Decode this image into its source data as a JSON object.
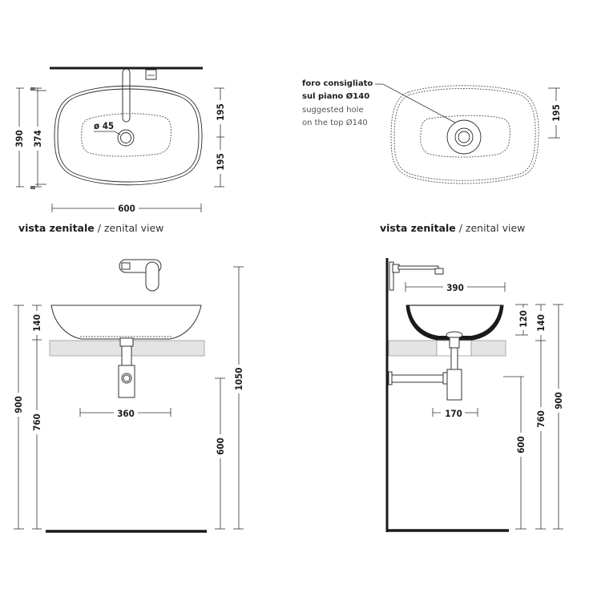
{
  "drawing": {
    "title": "Vessel washbasin technical drawing",
    "colors": {
      "ink": "#1e1e1e",
      "countertop": "#e4e4e4",
      "background": "#ffffff"
    },
    "views": {
      "top_left": {
        "caption_bold": "vista zenitale",
        "caption_sep": " / ",
        "caption_regular": "zenital view",
        "dims": {
          "overall_width": "600",
          "overall_depth": "390",
          "inner_depth": "374",
          "rim_top": "8",
          "rim_bottom": "8",
          "half_upper": "195",
          "half_lower": "195",
          "drain_diameter": "ø 45"
        }
      },
      "top_right": {
        "caption_bold": "vista zenitale",
        "caption_sep": " / ",
        "caption_regular": "zenital view",
        "note_it_line1": "foro consigliato",
        "note_it_line2": "sul piano Ø140",
        "note_en_line1": "suggested hole",
        "note_en_line2": "on the top Ø140",
        "dims": {
          "half_depth": "195"
        }
      },
      "front": {
        "dims": {
          "basin_height": "140",
          "floor_to_rim": "900",
          "floor_to_top": "760",
          "faucet_height": "1050",
          "trap_height": "600",
          "trap_spacing": "360"
        }
      },
      "side": {
        "dims": {
          "basin_depth": "390",
          "inner_height": "120",
          "basin_height": "140",
          "floor_to_rim": "900",
          "floor_to_top": "760",
          "trap_height": "600",
          "trap_spacing": "170"
        }
      }
    }
  }
}
